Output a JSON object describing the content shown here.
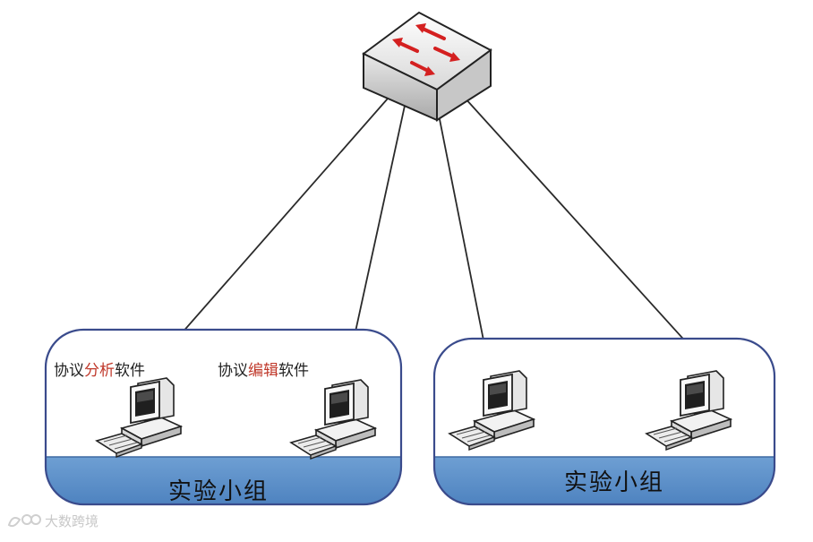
{
  "groups": [
    {
      "label": "实验小组"
    },
    {
      "label": "实验小组"
    }
  ],
  "pcs": [
    {
      "label_prefix": "协议",
      "label_highlight": "分析",
      "label_suffix": "软件"
    },
    {
      "label_prefix": "协议",
      "label_highlight": "编辑",
      "label_suffix": "软件"
    },
    {
      "label_prefix": "",
      "label_highlight": "",
      "label_suffix": ""
    },
    {
      "label_prefix": "",
      "label_highlight": "",
      "label_suffix": ""
    }
  ],
  "watermark": {
    "text": "大数跨境"
  },
  "colors": {
    "group_border": "#3a4b8c",
    "group_fill_band": "#5b8fc7",
    "label_highlight": "#c0392b",
    "switch_arrow": "#d42020"
  },
  "icons": [
    "network-switch-icon",
    "desktop-computer-icon",
    "watermark-logo-icon"
  ]
}
